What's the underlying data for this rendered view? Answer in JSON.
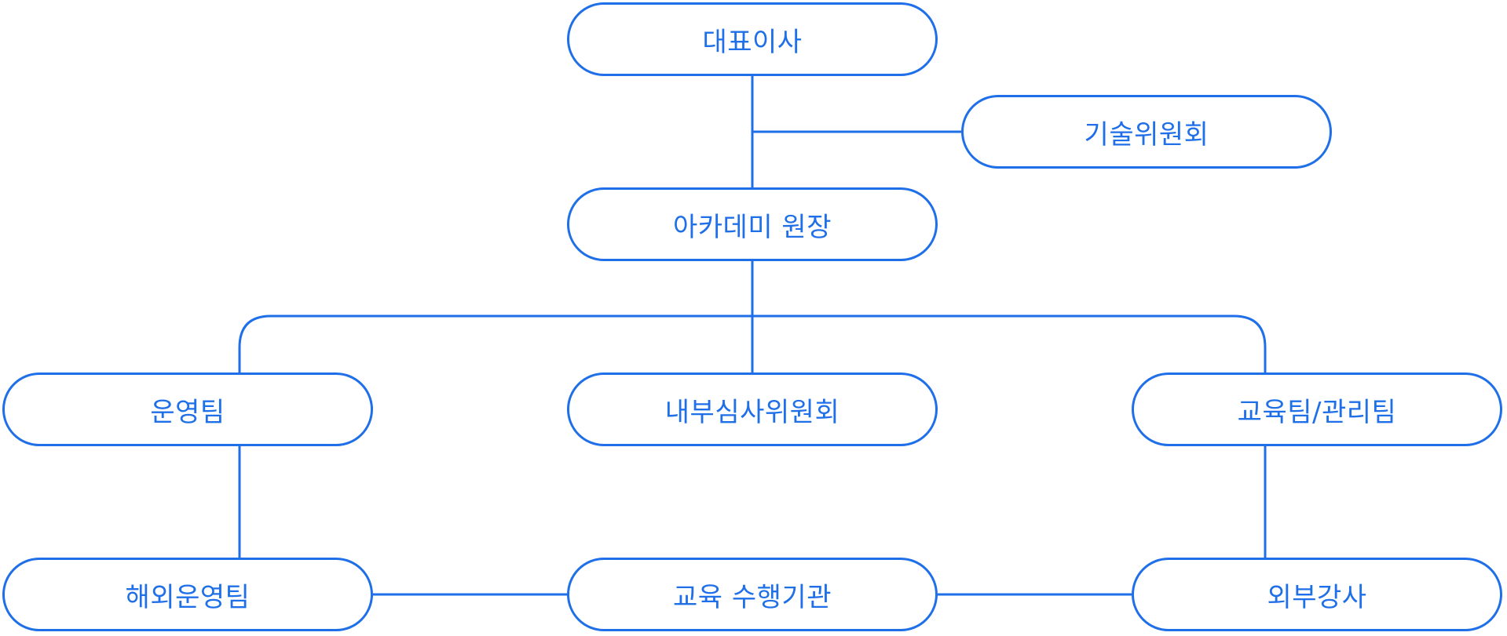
{
  "org_chart": {
    "colors": {
      "accent": "#1f6fe8",
      "background": "#ffffff"
    },
    "nodes": {
      "ceo": "대표이사",
      "tech_committee": "기술위원회",
      "academy_director": "아카데미 원장",
      "operations_team": "운영팀",
      "internal_audit": "내부심사위원회",
      "education_admin": "교육팀/관리팀",
      "overseas_ops": "해외운영팀",
      "education_institution": "교육 수행기관",
      "external_instructor": "외부강사"
    }
  }
}
